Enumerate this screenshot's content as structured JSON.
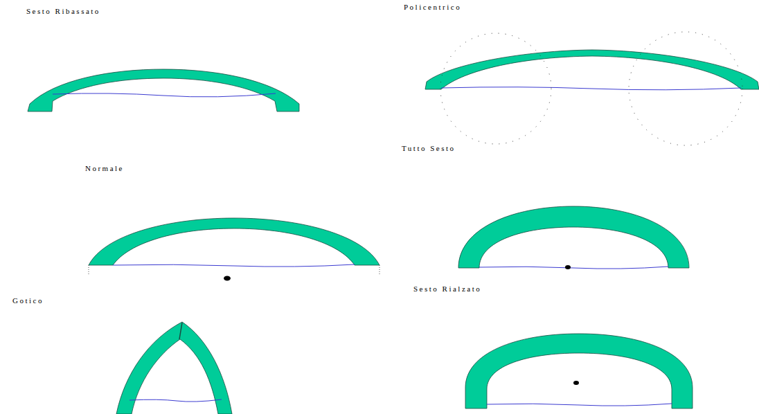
{
  "diagram": {
    "labels": [
      "Sesto Ribassato",
      "Policentrico",
      "Tutto Sesto",
      "Normale",
      "Gotico",
      "Sesto Rialzato"
    ]
  }
}
